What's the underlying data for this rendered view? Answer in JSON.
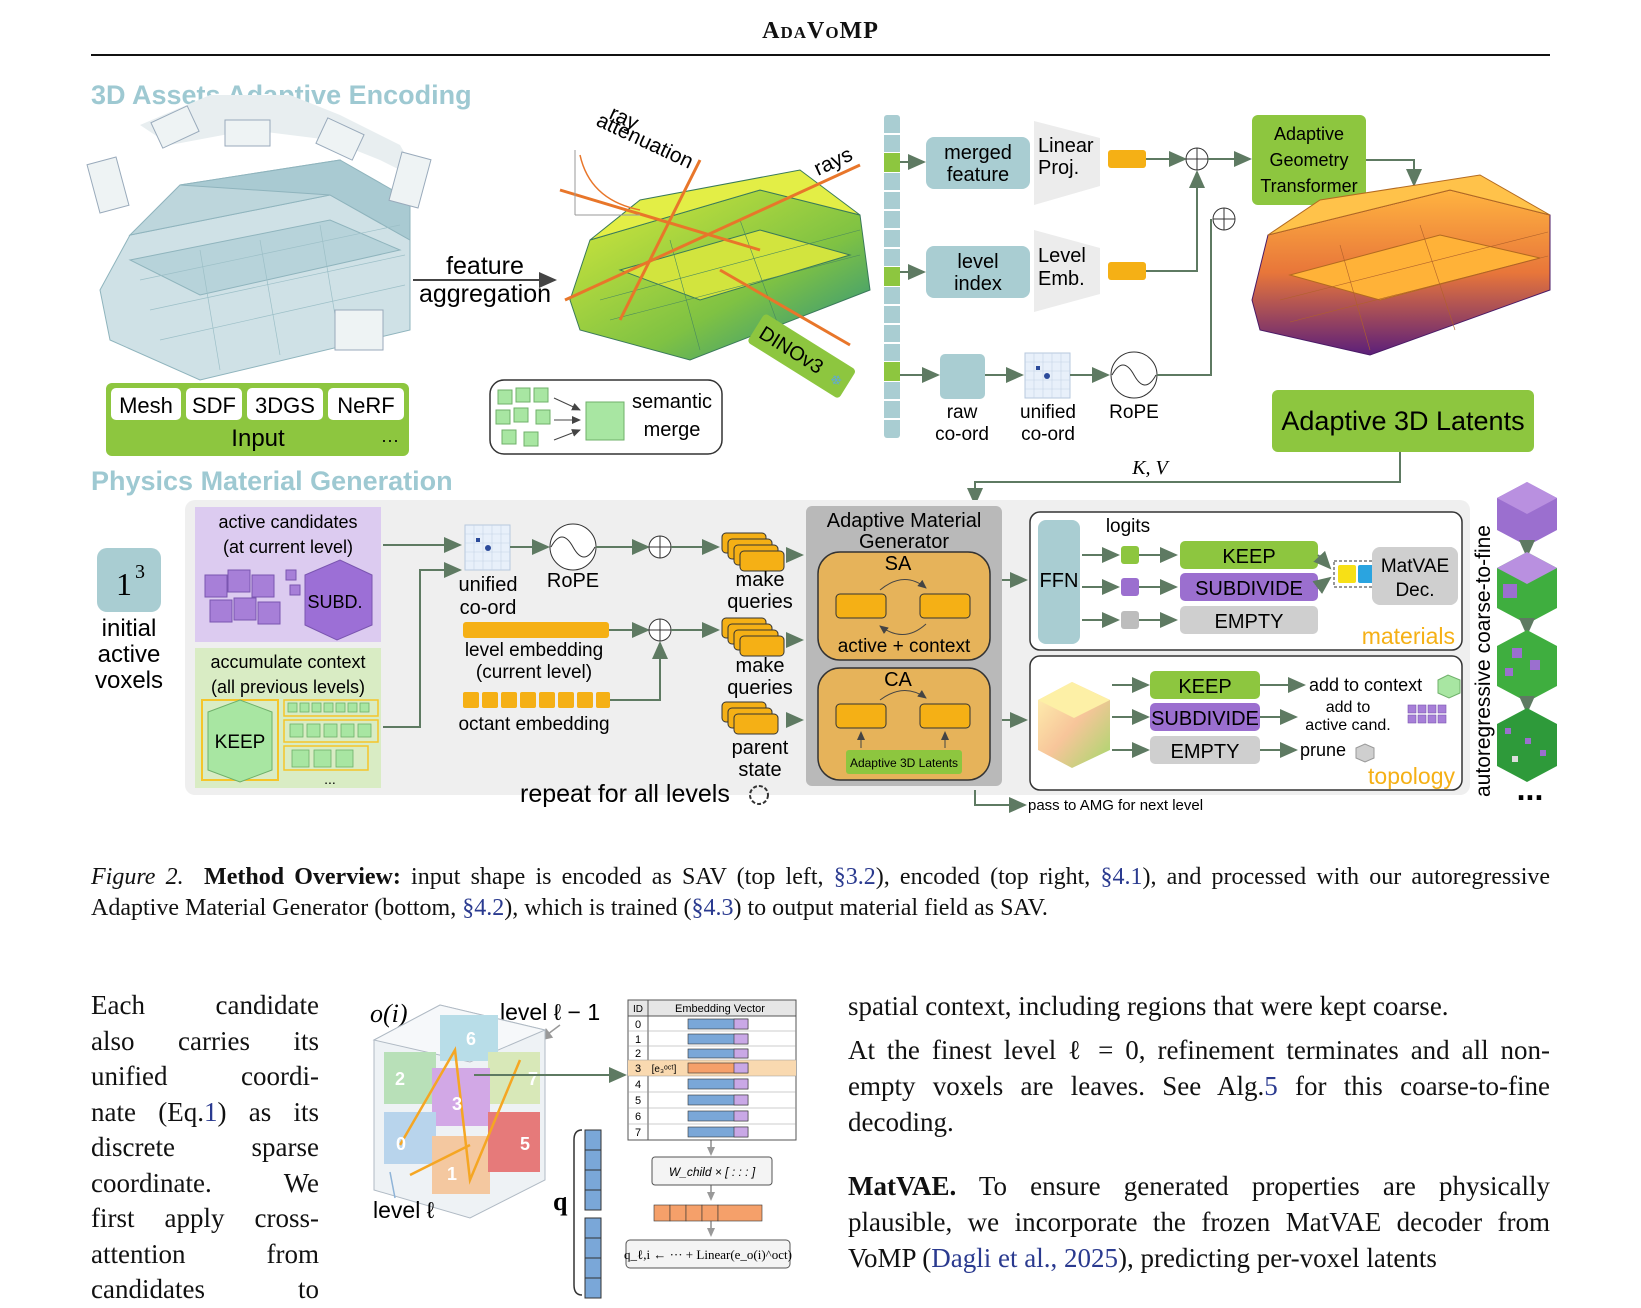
{
  "header": {
    "title": "AdaVoMP"
  },
  "figure": {
    "section_top": "3D Assets Adaptive Encoding",
    "section_bottom": "Physics Material Generation",
    "input_formats": [
      "Mesh",
      "SDF",
      "3DGS",
      "NeRF"
    ],
    "input_label": "Input",
    "input_more": "···",
    "feature_aggregation": [
      "feature",
      "aggregation"
    ],
    "ray_attenuation": [
      "ray",
      "attenuation"
    ],
    "rays": "rays",
    "dinov3": "DINOv3",
    "semantic_merge": [
      "semantic",
      "merge"
    ],
    "merged_feature": [
      "merged",
      "feature"
    ],
    "linear_proj": [
      "Linear",
      "Proj."
    ],
    "level_index": [
      "level",
      "index"
    ],
    "level_emb": [
      "Level",
      "Emb."
    ],
    "raw_coord": [
      "raw",
      "co-ord"
    ],
    "unified_coord": [
      "unified",
      "co-ord"
    ],
    "rope": "RoPE",
    "agt": [
      "Adaptive",
      "Geometry",
      "Transformer"
    ],
    "adaptive_latents": "Adaptive 3D Latents",
    "kv": "K, V",
    "initial_voxels_exp": "1",
    "initial_voxels_sup": "3",
    "initial_active_voxels": [
      "initial",
      "active",
      "voxels"
    ],
    "active_candidates": [
      "active candidates",
      "(at current level)"
    ],
    "subd": "SUBD.",
    "accumulate_context": [
      "accumulate context",
      "(all previous levels)"
    ],
    "keep_short": "KEEP",
    "ellipsis": "...",
    "unified_coord_b": [
      "unified",
      "co-ord"
    ],
    "rope_b": "RoPE",
    "make_queries": [
      "make",
      "queries"
    ],
    "level_embedding": [
      "level embedding",
      "(current level)"
    ],
    "octant_embedding": "octant embedding",
    "parent_state": [
      "parent",
      "state"
    ],
    "repeat": "repeat for all levels",
    "amg": [
      "Adaptive Material",
      "Generator"
    ],
    "sa": "SA",
    "active_context": "active + context",
    "ca": "CA",
    "amg_latents": "Adaptive 3D Latents",
    "ffn": "FFN",
    "logits": "logits",
    "keep": "KEEP",
    "subdivide": "SUBDIVIDE",
    "empty": "EMPTY",
    "matvae": [
      "MatVAE",
      "Dec."
    ],
    "materials": "materials",
    "add_context": "add to context",
    "add_active": [
      "add to",
      "active cand."
    ],
    "prune": "prune",
    "topology": "topology",
    "pass_amg": "pass to AMG for next level",
    "autoregressive": "autoregressive coarse-to-fine",
    "dots": "..."
  },
  "caption": {
    "label": "Figure 2.",
    "title": "Method Overview:",
    "t1": " input shape is encoded as SAV (top left, ",
    "r1": "§3.2",
    "t2": "), encoded (top right, ",
    "r2": "§4.1",
    "t3": "), and processed with our autoregressive Adaptive Material Generator (bottom, ",
    "r3": "§4.2",
    "t4": "), which is trained (",
    "r4": "§4.3",
    "t5": ") to output material field as SAV."
  },
  "inset": {
    "o_i": "o(i)",
    "level_lm1": "level ℓ − 1",
    "level_l": "level ℓ",
    "q": "q",
    "id_header": "ID",
    "emb_header": "Embedding Vector",
    "ids": [
      "0",
      "1",
      "2",
      "3",
      "4",
      "5",
      "6",
      "7"
    ],
    "e3": "[e₃ᵒᶜᵗ]",
    "wchild": "W_child × [ : : : ]",
    "formula": "q_ℓ,i ← ··· + Linear(e_o(i)^oct)",
    "cube_nums": [
      "6",
      "7",
      "2",
      "3",
      "0",
      "1",
      "5"
    ]
  },
  "left_text": [
    "Each candidate",
    "also carries its",
    "unified coordi-",
    "nate (Eq.",
    "1",
    ") as its",
    "discrete sparse",
    "coordinate. We",
    "first apply cross-",
    "attention from",
    "candidates to"
  ],
  "right_text": {
    "p1": "spatial context, including regions that were kept coarse.",
    "p2a": "At the finest level ℓ = 0, refinement terminates and all non-empty voxels are leaves. See Alg.",
    "p2ref": "5",
    "p2b": " for this coarse-to-fine decoding.",
    "p3bold": "MatVAE.",
    "p3a": " To ensure generated properties are physically plausible, we incorporate the frozen MatVAE decoder from VoMP (",
    "p3ref": "Dagli et al., 2025",
    "p3b": "), predicting per-voxel latents"
  },
  "colors": {
    "teal_box": "#a9cdd2",
    "green": "#8dc63f",
    "orange": "#f5b015",
    "purple": "#9b6fcf",
    "gray": "#bdbdbd",
    "section": "#9ec9d2"
  }
}
